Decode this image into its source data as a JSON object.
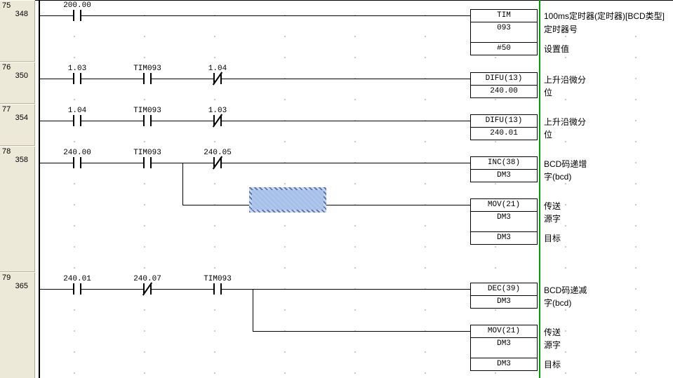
{
  "rungs": [
    {
      "number": "75",
      "step": "348",
      "contacts": [
        {
          "label": "200.00",
          "type": "no"
        }
      ],
      "boxes": [
        {
          "title": "TIM",
          "rows": [
            "093",
            "#50"
          ],
          "comments": [
            "100ms定时器(定时器)[BCD类型]",
            "定时器号",
            "设置值"
          ]
        }
      ]
    },
    {
      "number": "76",
      "step": "350",
      "contacts": [
        {
          "label": "1.03",
          "type": "no"
        },
        {
          "label": "TIM093",
          "type": "no"
        },
        {
          "label": "1.04",
          "type": "nc"
        }
      ],
      "boxes": [
        {
          "title": "DIFU(13)",
          "rows": [
            "240.00"
          ],
          "comments": [
            "上升沿微分",
            "位"
          ]
        }
      ]
    },
    {
      "number": "77",
      "step": "354",
      "contacts": [
        {
          "label": "1.04",
          "type": "no"
        },
        {
          "label": "TIM093",
          "type": "no"
        },
        {
          "label": "1.03",
          "type": "nc"
        }
      ],
      "boxes": [
        {
          "title": "DIFU(13)",
          "rows": [
            "240.01"
          ],
          "comments": [
            "上升沿微分",
            "位"
          ]
        }
      ]
    },
    {
      "number": "78",
      "step": "358",
      "contacts": [
        {
          "label": "240.00",
          "type": "no"
        },
        {
          "label": "TIM093",
          "type": "no"
        },
        {
          "label": "240.05",
          "type": "nc"
        }
      ],
      "boxes": [
        {
          "title": "INC(38)",
          "rows": [
            "DM3"
          ],
          "comments": [
            "BCD码递增",
            "字(bcd)"
          ]
        },
        {
          "title": "MOV(21)",
          "rows": [
            "DM3",
            "DM3"
          ],
          "comments": [
            "传送",
            "源字",
            "目标"
          ]
        }
      ]
    },
    {
      "number": "79",
      "step": "365",
      "contacts": [
        {
          "label": "240.01",
          "type": "no"
        },
        {
          "label": "240.07",
          "type": "nc"
        },
        {
          "label": "TIM093",
          "type": "no"
        }
      ],
      "boxes": [
        {
          "title": "DEC(39)",
          "rows": [
            "DM3"
          ],
          "comments": [
            "BCD码递减",
            "字(bcd)"
          ]
        },
        {
          "title": "MOV(21)",
          "rows": [
            "DM3",
            "DM3"
          ],
          "comments": [
            "传送",
            "源字",
            "目标"
          ]
        }
      ]
    }
  ],
  "colors": {
    "rail_bg": "#ece9d8",
    "comment_divider_green": "#00a000",
    "selection_fill": "#abc4ec",
    "selection_hatch": "#5a79b8",
    "wire": "#000000"
  }
}
